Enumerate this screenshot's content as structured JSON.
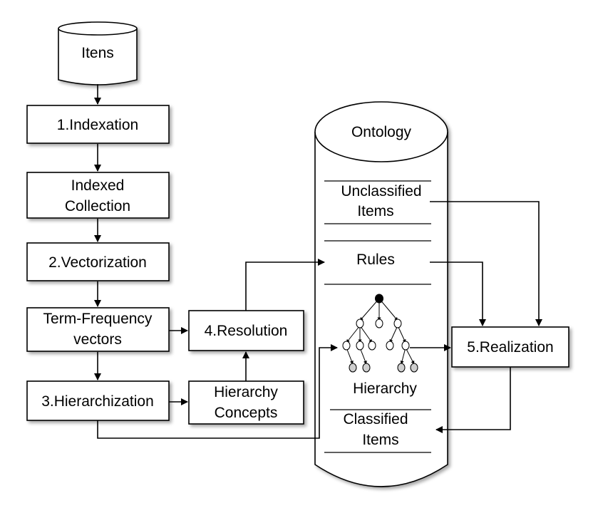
{
  "diagram": {
    "itens": "Itens",
    "indexation": "1.Indexation",
    "indexed_collection": [
      "Indexed",
      "Collection"
    ],
    "vectorization": "2.Vectorization",
    "term_frequency": [
      "Term-Frequency",
      "vectors"
    ],
    "hierarchization": "3.Hierarchization",
    "resolution": "4.Resolution",
    "hierarchy_concepts": [
      "Hierarchy",
      "Concepts"
    ],
    "realization": "5.Realization",
    "ontology": {
      "title": "Ontology",
      "unclassified": [
        "Unclassified",
        "Items"
      ],
      "rules": "Rules",
      "hierarchy": "Hierarchy",
      "classified": [
        "Classified",
        "Items"
      ]
    }
  }
}
